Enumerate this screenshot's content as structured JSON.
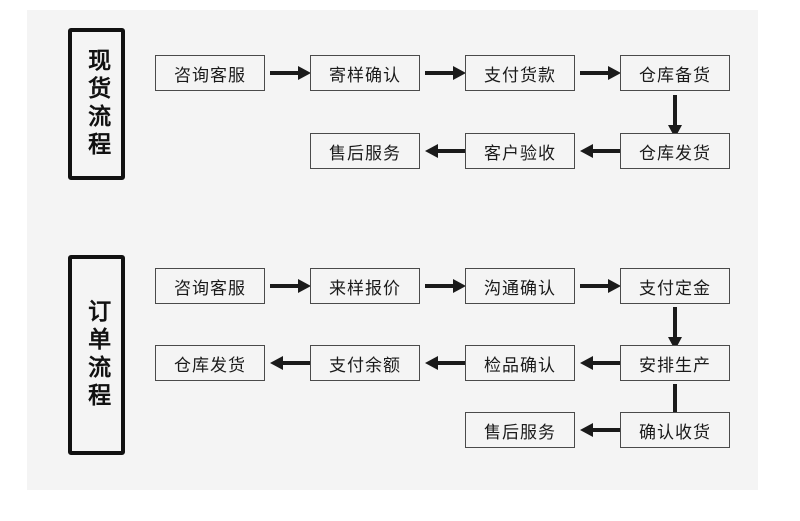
{
  "page": {
    "background_color": "#ffffff",
    "panel_color": "#f4f4f4",
    "line_color": "#1a1a1a",
    "box_border_color": "#4a4a4a",
    "text_color": "#1a1a1a"
  },
  "sections": [
    {
      "id": "in-stock-process",
      "header": "现货流程",
      "rows": [
        {
          "direction": "left-to-right",
          "nodes": [
            "咨询客服",
            "寄样确认",
            "支付货款",
            "仓库备货"
          ]
        },
        {
          "direction": "right-to-left",
          "nodes": [
            "售后服务",
            "客户验收",
            "仓库发货"
          ]
        }
      ],
      "vertical_links": [
        {
          "from": "仓库备货",
          "to": "仓库发货"
        }
      ]
    },
    {
      "id": "order-process",
      "header": "订单流程",
      "rows": [
        {
          "direction": "left-to-right",
          "nodes": [
            "咨询客服",
            "来样报价",
            "沟通确认",
            "支付定金"
          ]
        },
        {
          "direction": "right-to-left",
          "nodes": [
            "仓库发货",
            "支付余额",
            "检品确认",
            "安排生产"
          ]
        },
        {
          "direction": "right-to-left",
          "nodes": [
            "售后服务",
            "确认收货"
          ]
        }
      ],
      "vertical_links": [
        {
          "from": "支付定金",
          "to": "安排生产"
        },
        {
          "from": "安排生产",
          "to": "确认收货"
        }
      ]
    }
  ]
}
